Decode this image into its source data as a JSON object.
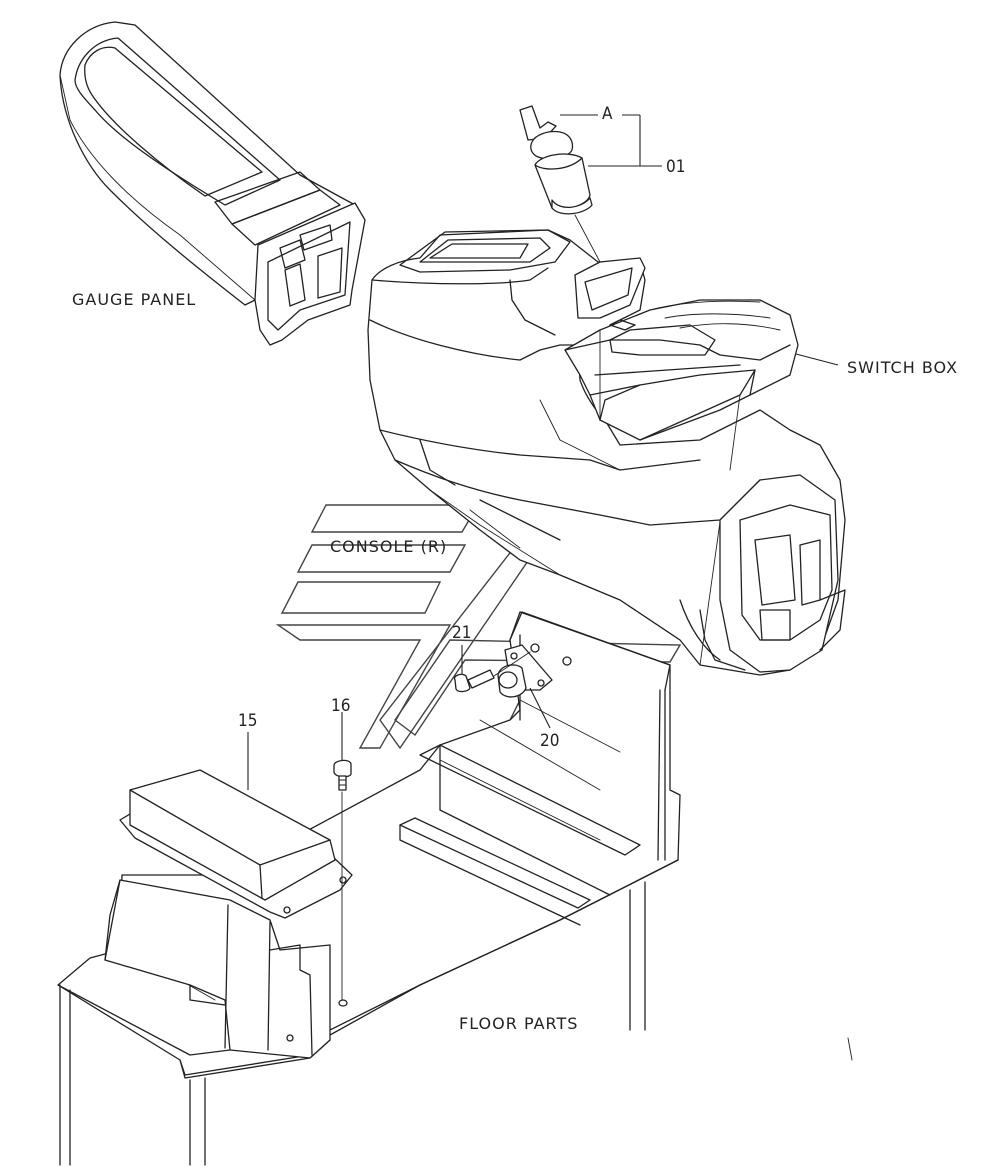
{
  "diagram": {
    "labels": {
      "gauge_panel": "GAUGE PANEL",
      "switch_box": "SWITCH BOX",
      "console_r": "CONSOLE (R)",
      "floor_parts": "FLOOR PARTS"
    },
    "callouts": {
      "a": "A",
      "p01": "01",
      "p15": "15",
      "p16": "16",
      "p20": "20",
      "p21": "21"
    }
  }
}
